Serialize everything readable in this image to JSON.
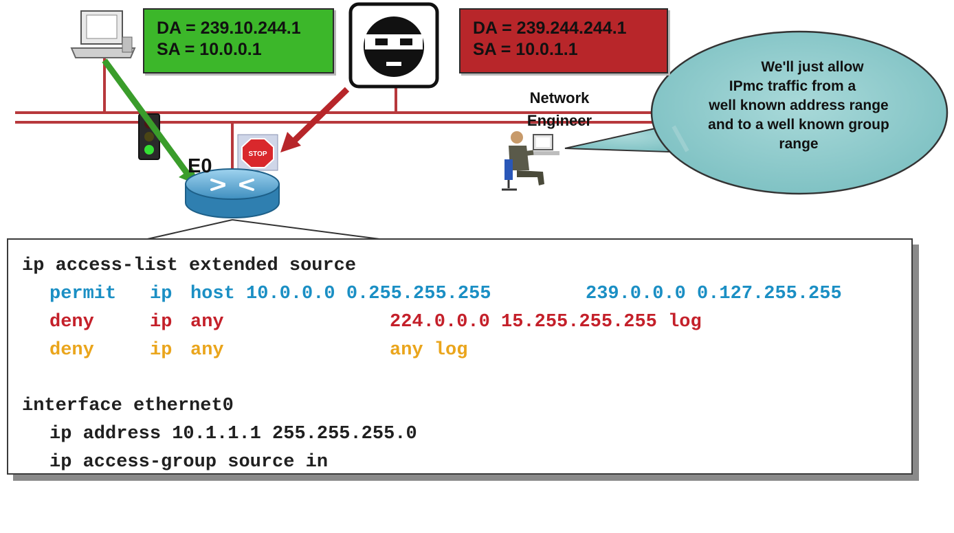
{
  "packets": {
    "permitted": {
      "da": "DA = 239.10.244.1",
      "sa": "SA = 10.0.0.1",
      "color": "#3cb72a"
    },
    "denied": {
      "da": "DA = 239.244.244.1",
      "sa": "SA = 10.0.1.1",
      "color": "#b8262a"
    }
  },
  "interface_label": "E0",
  "engineer_label": {
    "line1": "Network",
    "line2": "Engineer"
  },
  "speech_bubble": {
    "lines": [
      "We'll just allow",
      "IPmc traffic from a",
      "well known address range",
      "and to a well known group",
      "range"
    ]
  },
  "icons": [
    "host-computer-icon",
    "hacker-face-icon",
    "traffic-light-icon",
    "stop-sign-icon",
    "router-icon",
    "network-engineer-icon"
  ],
  "config": {
    "acl_header": "ip access-list extended source",
    "permit": {
      "action": "permit",
      "proto": "ip",
      "src": "host 10.0.0.0 0.255.255.255",
      "dst": "239.0.0.0 0.127.255.255",
      "color": "#1b8fc4"
    },
    "deny_group": {
      "action": "deny",
      "proto": "ip",
      "src": "any",
      "dst": "224.0.0.0 15.255.255.255 log",
      "color": "#c4202a"
    },
    "deny_any": {
      "action": "deny",
      "proto": "ip",
      "src": "any",
      "dst": "any log",
      "color": "#eaa51c"
    },
    "interface_header": "interface ethernet0",
    "ip_address_line": "ip address 10.1.1.1 255.255.255.0",
    "access_group_line": "ip access-group source in"
  }
}
